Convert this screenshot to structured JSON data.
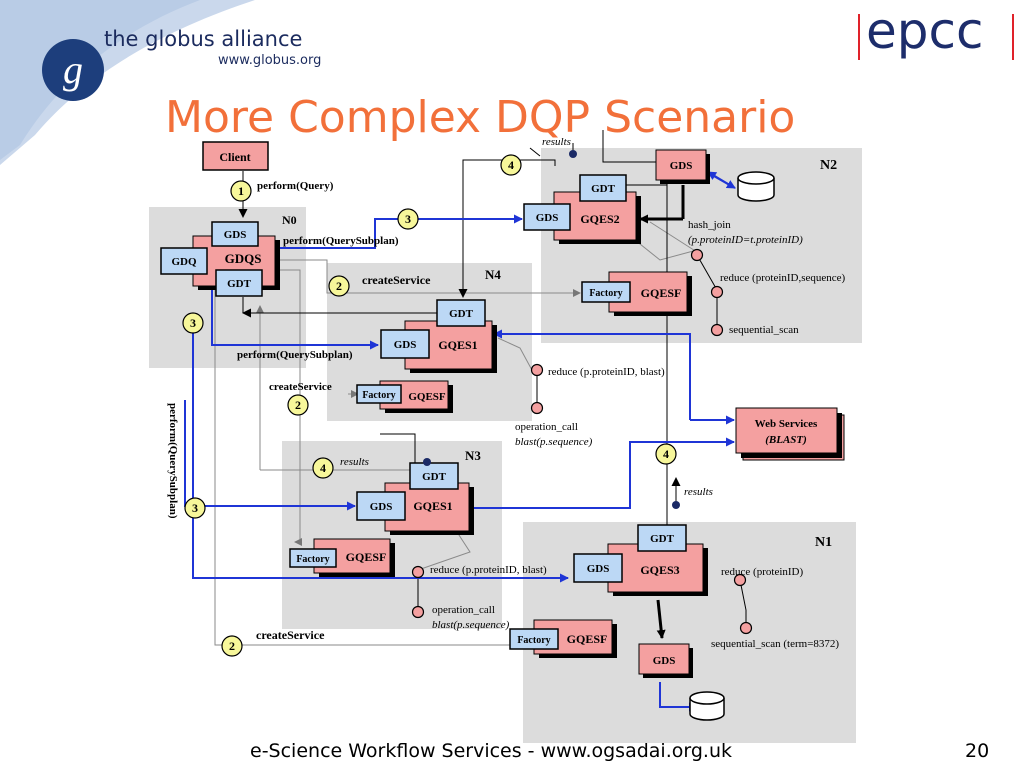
{
  "header": {
    "org_name": "the globus alliance",
    "org_url": "www.globus.org",
    "partner_logo": "epcc",
    "title": "More Complex DQP Scenario"
  },
  "footer": {
    "text": "e-Science Workflow Services - www.ogsadai.org.uk",
    "page": "20"
  },
  "nodes": {
    "n0": "N0",
    "n1": "N1",
    "n2": "N2",
    "n3": "N3",
    "n4": "N4"
  },
  "labels": {
    "client": "Client",
    "gds": "GDS",
    "gdt": "GDT",
    "gdq": "GDQ",
    "gdqs": "GDQS",
    "factory": "Factory",
    "gqesf": "GQESF",
    "gqes1": "GQES1",
    "gqes2": "GQES2",
    "gqes3": "GQES3",
    "web_services": "Web Services",
    "blast_service": "(BLAST)"
  },
  "steps": {
    "one": "1",
    "two": "2",
    "three": "3",
    "four": "4"
  },
  "text": {
    "perform_query": "perform(Query)",
    "perform_subplan": "perform(QuerySubplan)",
    "create_service": "createService",
    "results": "results",
    "hash_join": "hash_join",
    "hash_join_cond": "(p.proteinID=t.proteinID)",
    "reduce_n2": "reduce (proteinID,sequence)",
    "sequential_scan": "sequential_scan",
    "reduce_blast": "reduce (p.proteinID, blast)",
    "operation_call": "operation_call",
    "blast_seq": "blast(p.sequence)",
    "reduce_n1": "reduce (proteinID)",
    "seq_scan_term": "sequential_scan (term=8372)"
  },
  "colors": {
    "title": "#f2703a",
    "service_box": "#f4a0a0",
    "small_box": "#bcd8f5",
    "node_region": "#dcdcdc",
    "arrow_blue": "#1f35d6",
    "step_circle": "#f7f79a"
  }
}
